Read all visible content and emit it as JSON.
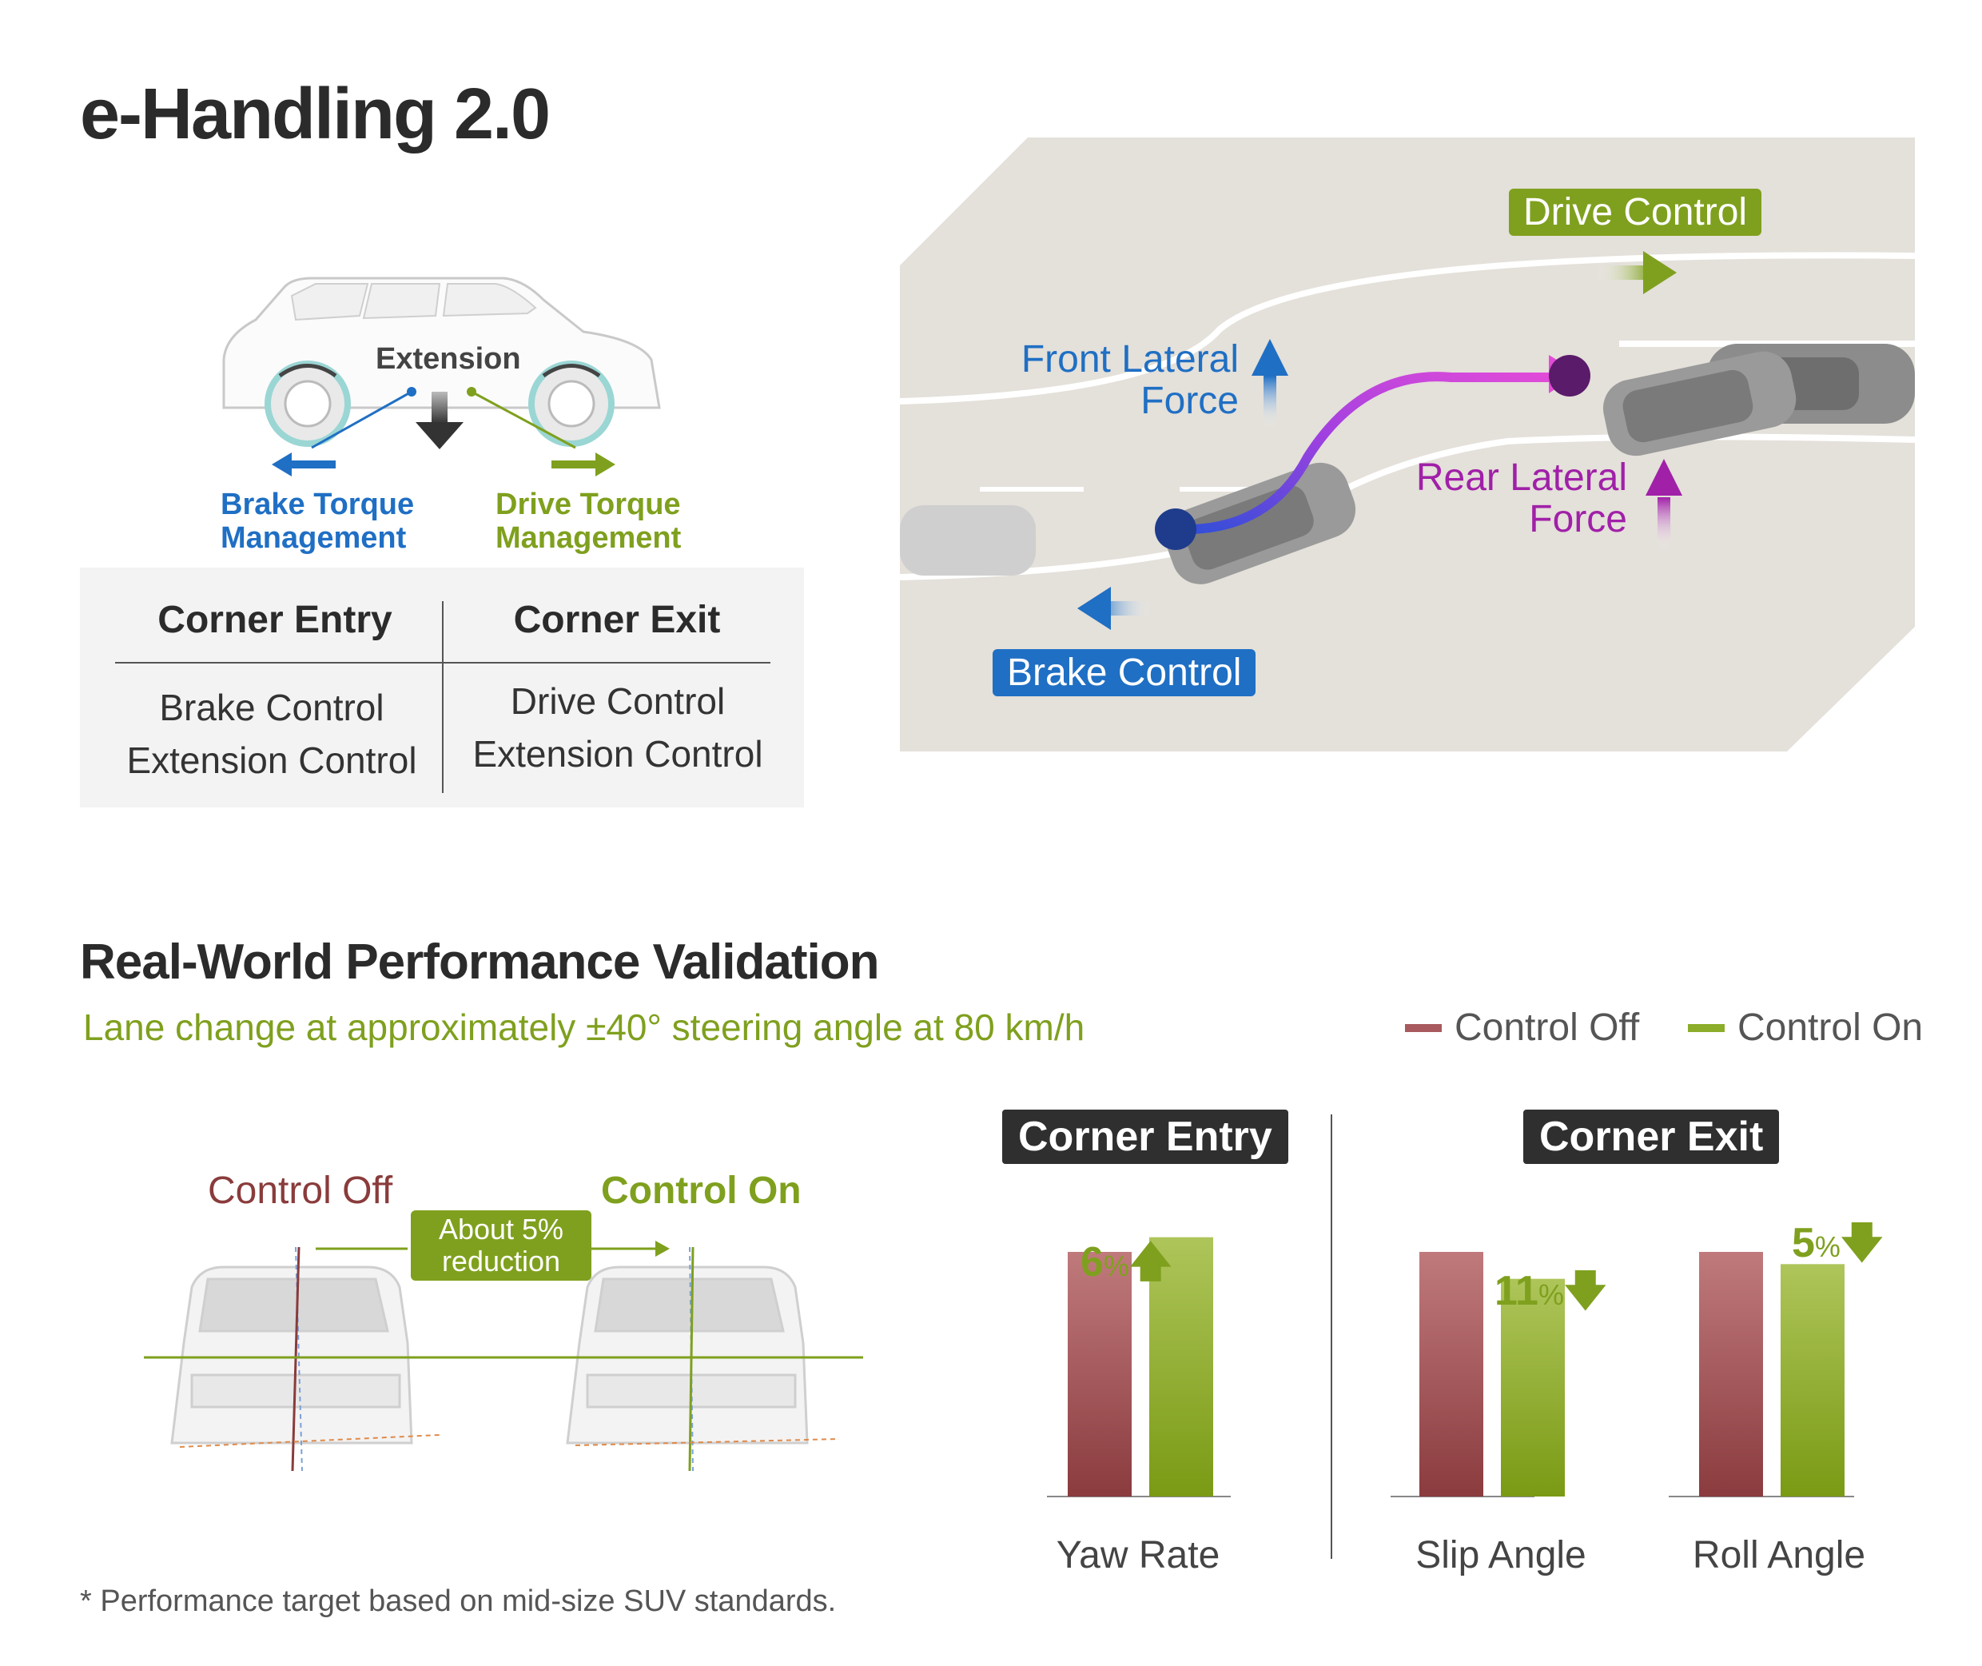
{
  "header": {
    "title": "e-Handling 2.0"
  },
  "car_diagram": {
    "extension_label": "Extension",
    "brake_label_1": "Brake Torque",
    "brake_label_2": "Management",
    "drive_label_1": "Drive Torque",
    "drive_label_2": "Management"
  },
  "table": {
    "headers": [
      "Corner Entry",
      "Corner Exit"
    ],
    "entry_rows": [
      "Brake Control",
      "Extension Control"
    ],
    "exit_rows": [
      "Drive Control",
      "Extension Control"
    ]
  },
  "road_diagram": {
    "drive_control": "Drive Control",
    "brake_control": "Brake Control",
    "front_lateral_1": "Front Lateral",
    "front_lateral_2": "Force",
    "rear_lateral_1": "Rear Lateral",
    "rear_lateral_2": "Force",
    "colors": {
      "blue": "#1f6fc4",
      "green": "#7fa01e",
      "purple": "#a020a8",
      "road": "#e4e0da"
    }
  },
  "validation": {
    "title": "Real-World Performance Validation",
    "subtitle": "Lane change at approximately ±40° steering angle at 80 km/h",
    "legend": {
      "off": "Control Off",
      "on": "Control On"
    },
    "suv_compare": {
      "off_label": "Control Off",
      "on_label": "Control On",
      "reduction_1": "About 5%",
      "reduction_2": "reduction"
    },
    "note": "*  Performance target based on mid-size SUV standards."
  },
  "chart_data": {
    "type": "bar",
    "groups": [
      {
        "title": "Corner Entry",
        "categories": [
          "Yaw Rate"
        ]
      },
      {
        "title": "Corner Exit",
        "categories": [
          "Slip Angle",
          "Roll Angle"
        ]
      }
    ],
    "categories": [
      "Yaw Rate",
      "Slip Angle",
      "Roll Angle"
    ],
    "series": [
      {
        "name": "Control Off",
        "color": "#a85a5e",
        "values": [
          100,
          100,
          100
        ]
      },
      {
        "name": "Control On",
        "color": "#8cad2a",
        "values": [
          106,
          89,
          95
        ]
      }
    ],
    "annotations": [
      {
        "category": "Yaw Rate",
        "value": "6",
        "unit": "%",
        "direction": "up"
      },
      {
        "category": "Slip Angle",
        "value": "11",
        "unit": "%",
        "direction": "down"
      },
      {
        "category": "Roll Angle",
        "value": "5",
        "unit": "%",
        "direction": "down"
      }
    ],
    "ylim": [
      0,
      110
    ]
  }
}
